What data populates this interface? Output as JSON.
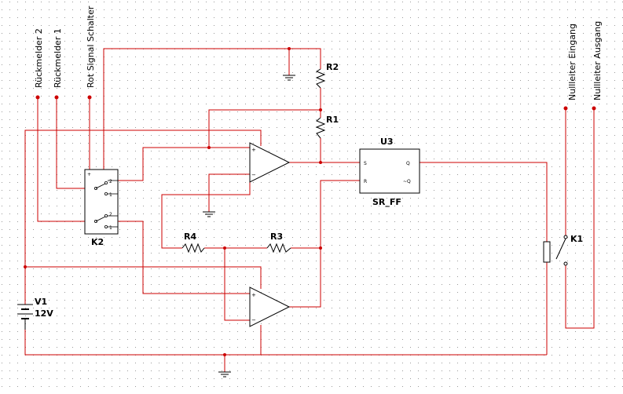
{
  "ports": {
    "rueckmelder2": "Rückmelder 2",
    "rueckmelder1": "Rückmelder 1",
    "rot_signal": "Rot Signal Schalter",
    "nullleiter_eingang": "Nullleiter Eingang",
    "nullleiter_ausgang": "Nullleiter Ausgang"
  },
  "components": {
    "r1": "R1",
    "r2": "R2",
    "r3": "R3",
    "r4": "R4",
    "u3": "U3",
    "u3_type": "SR_FF",
    "k1": "K1",
    "k2": "K2",
    "v1": "V1",
    "v1_value": "12V"
  },
  "pins": {
    "plus": "+",
    "minus": "−",
    "s": "S",
    "r": "R",
    "q": "Q",
    "nq": "~Q",
    "n2": "2",
    "n1": "1"
  },
  "colors": {
    "wire": "#cc0000",
    "component": "#000000",
    "grid": "#9a9a9a",
    "background": "#ffffff"
  }
}
